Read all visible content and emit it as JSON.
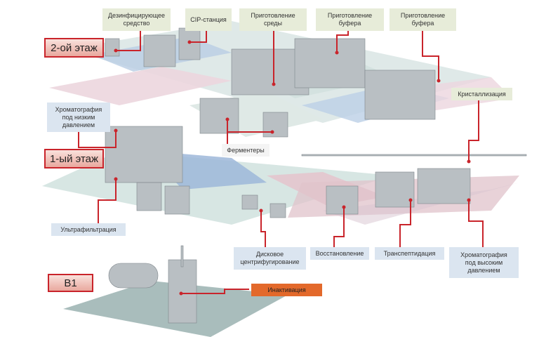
{
  "floors": {
    "second": "2-ой этаж",
    "first": "1-ый этаж",
    "basement": "B1"
  },
  "labels": {
    "disinfectant": "Дезинфицирующее\nсредство",
    "cip_station": "CIP-станция",
    "media_prep": "Приготовление\nсреды",
    "buffer_prep_1": "Приготовление\nбуфера",
    "buffer_prep_2": "Приготовление\nбуфера",
    "crystallization": "Кристаллизация",
    "low_pressure_chromatography": "Хроматография\nпод низким\nдавлением",
    "fermenters": "Ферментеры",
    "ultrafiltration": "Ультрафильтрация",
    "disc_centrifugation": "Дисковое\nцентрифугирование",
    "reduction": "Восстановление",
    "transpeptidation": "Транспептидация",
    "high_pressure_chromatography": "Хроматография\nпод высоким\nдавлением",
    "inactivation": "Инактивация"
  },
  "colors": {
    "leader_line": "#c9242b",
    "label_green": "#e7ecd9",
    "label_blue": "#dbe5f0",
    "label_orange": "#e3692b",
    "floor_teal": "#c9dcd8",
    "zone_blue": "#a9bfdc",
    "zone_pink": "#e6c4cf"
  }
}
